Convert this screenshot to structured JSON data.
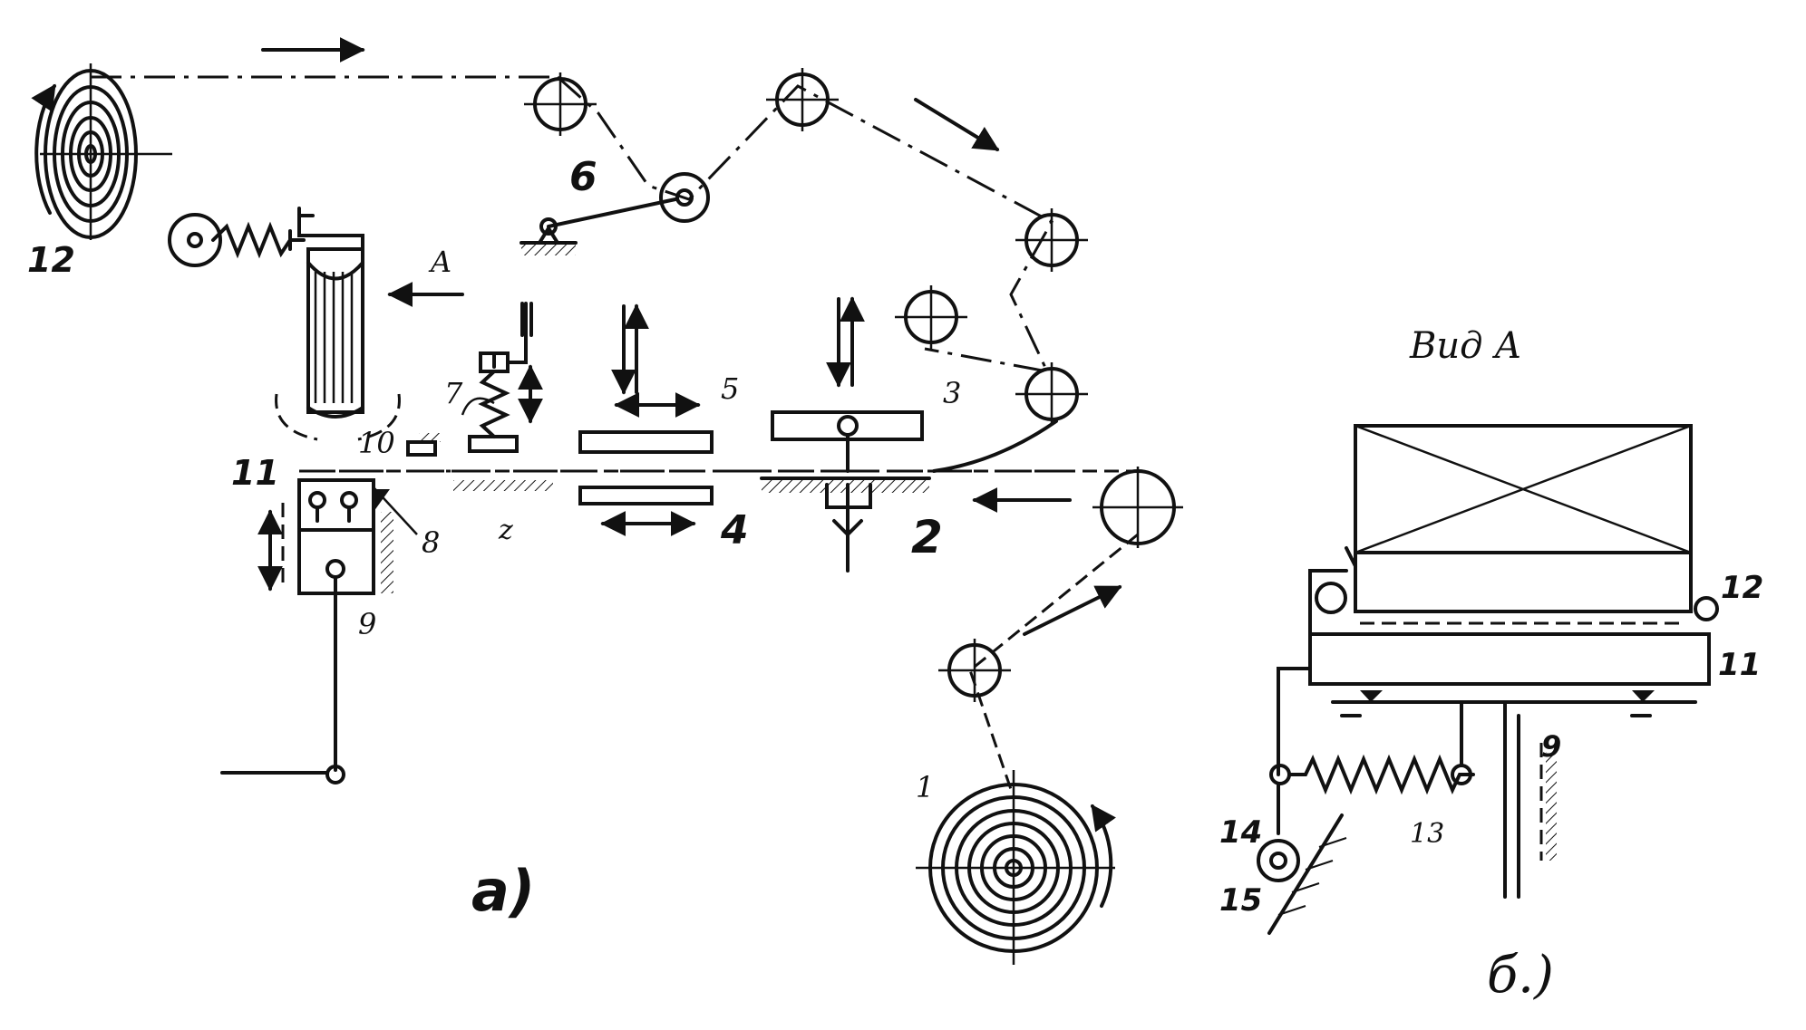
{
  "labels": {
    "n1": "1",
    "n2": "2",
    "n3": "3",
    "n4": "4",
    "n5": "5",
    "n6": "6",
    "n7": "7",
    "n8": "8",
    "n9": "9",
    "n10": "10",
    "n11": "11",
    "n12": "12",
    "nz": "z",
    "view_arrow": "A",
    "caption_a": "a)",
    "view_title": "Вид А",
    "r_n9": "9",
    "r_n11": "11",
    "r_n12": "12",
    "r_n13": "13",
    "r_n14": "14",
    "r_n15": "15",
    "caption_b": "б.)"
  }
}
